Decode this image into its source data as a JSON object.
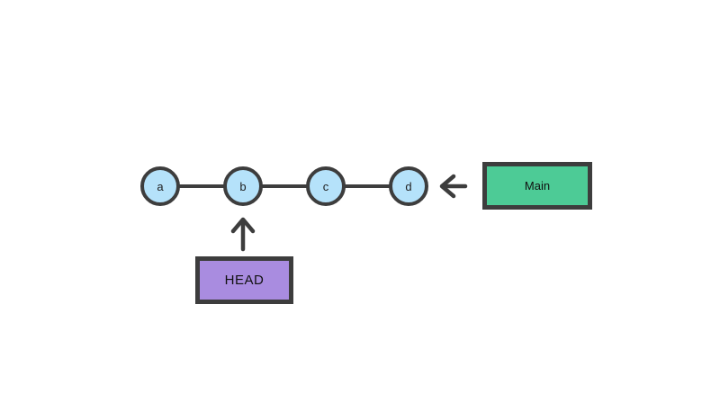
{
  "diagram": {
    "type": "git-commit-graph",
    "background": "#ffffff",
    "nodes": [
      {
        "label": "a"
      },
      {
        "label": "b"
      },
      {
        "label": "c"
      },
      {
        "label": "d"
      }
    ],
    "pointers": [
      {
        "label": "Main",
        "points_to": "d",
        "direction": "left-arrow",
        "fill": "#4dcb96"
      },
      {
        "label": "HEAD",
        "points_to": "b",
        "direction": "up-arrow",
        "fill": "#a98ce0"
      }
    ],
    "colors": {
      "node_fill": "#b5e2fa",
      "stroke": "#3d3d3d",
      "branch_fill": "#4dcb96",
      "head_fill": "#a98ce0",
      "text": "#1e1e1e"
    }
  }
}
